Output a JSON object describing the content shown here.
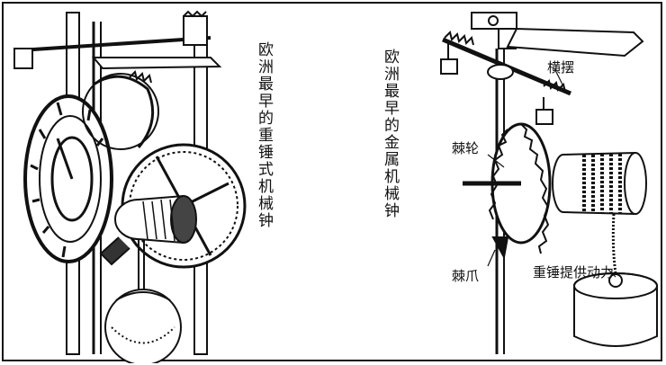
{
  "left": {
    "title": "欧洲最早的重锤式机械钟"
  },
  "right": {
    "title": "欧洲最早的金属机械钟",
    "labels": {
      "foliot": "横摆",
      "ratchet_wheel": "棘轮",
      "pawl": "棘爪",
      "weight_power": "重锤提供动力"
    }
  },
  "colors": {
    "ink": "#111111",
    "paper": "#ffffff"
  }
}
